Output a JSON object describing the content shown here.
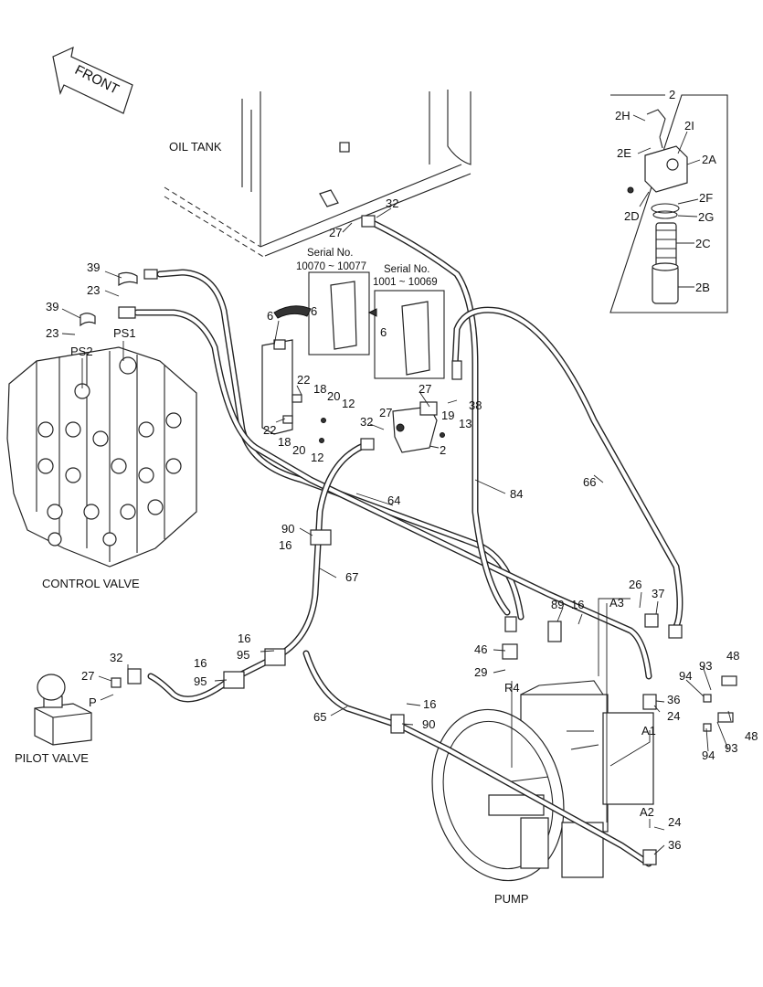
{
  "captions": {
    "front": "FRONT",
    "oil_tank": "OIL TANK",
    "control_valve": "CONTROL VALVE",
    "pilot_valve": "PILOT VALVE",
    "pump": "PUMP",
    "serial_a_title": "Serial No.",
    "serial_a_range": "10070 ~ 10077",
    "serial_b_title": "Serial No.",
    "serial_b_range": "1001 ~ 10069",
    "detail_title": "2"
  },
  "callouts": [
    "39",
    "23",
    "39",
    "23",
    "PS1",
    "PS2",
    "27",
    "32",
    "6",
    "6",
    "6",
    "22",
    "18",
    "20",
    "12",
    "22",
    "18",
    "20",
    "12",
    "27",
    "27",
    "38",
    "19",
    "13",
    "32",
    "2",
    "84",
    "66",
    "64",
    "90",
    "16",
    "67",
    "89",
    "16",
    "A3",
    "26",
    "37",
    "46",
    "29",
    "R4",
    "16",
    "95",
    "16",
    "95",
    "32",
    "27",
    "P",
    "65",
    "16",
    "90",
    "93",
    "48",
    "94",
    "36",
    "24",
    "A1",
    "94",
    "93",
    "48",
    "A2",
    "24",
    "36",
    "2H",
    "2I",
    "2E",
    "2A",
    "2D",
    "2F",
    "2G",
    "2C",
    "2B"
  ]
}
